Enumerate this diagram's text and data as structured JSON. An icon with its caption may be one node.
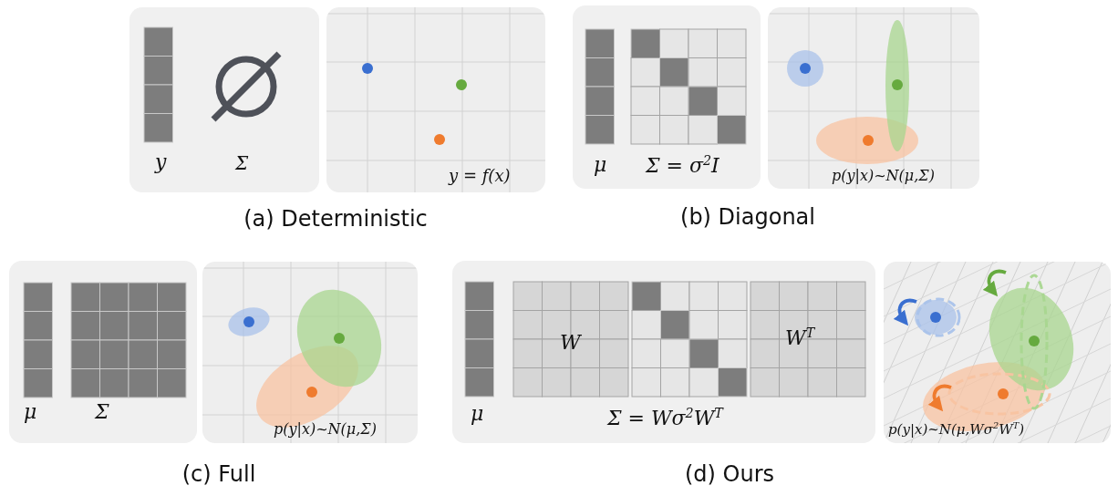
{
  "diagram": {
    "nodes": [
      {
        "text": [
          "y",
          "Σ"
        ]
      },
      {
        "text": [
          "y = f(x)"
        ]
      },
      {
        "text": [
          "μ",
          "Σ = σ$^{2}$I"
        ]
      },
      {
        "text": [
          "p(y|x)~N(μ,Σ)"
        ]
      },
      {
        "text": [
          "μ",
          "Σ"
        ]
      },
      {
        "text": [
          "p(y|x)~N(μ,Σ)"
        ]
      },
      {
        "text": [
          "μ",
          "W",
          "W$^{T}$",
          "Σ = Wσ$^{2}$W$^{T}$"
        ]
      },
      {
        "text": [
          "p(y|x)~N(μ,Wσ$^{2}$W$^{T}$)"
        ]
      }
    ],
    "labels": [
      "(a) Deterministic",
      "(b) Diagonal",
      "(c) Full",
      "(d) Ours"
    ]
  }
}
